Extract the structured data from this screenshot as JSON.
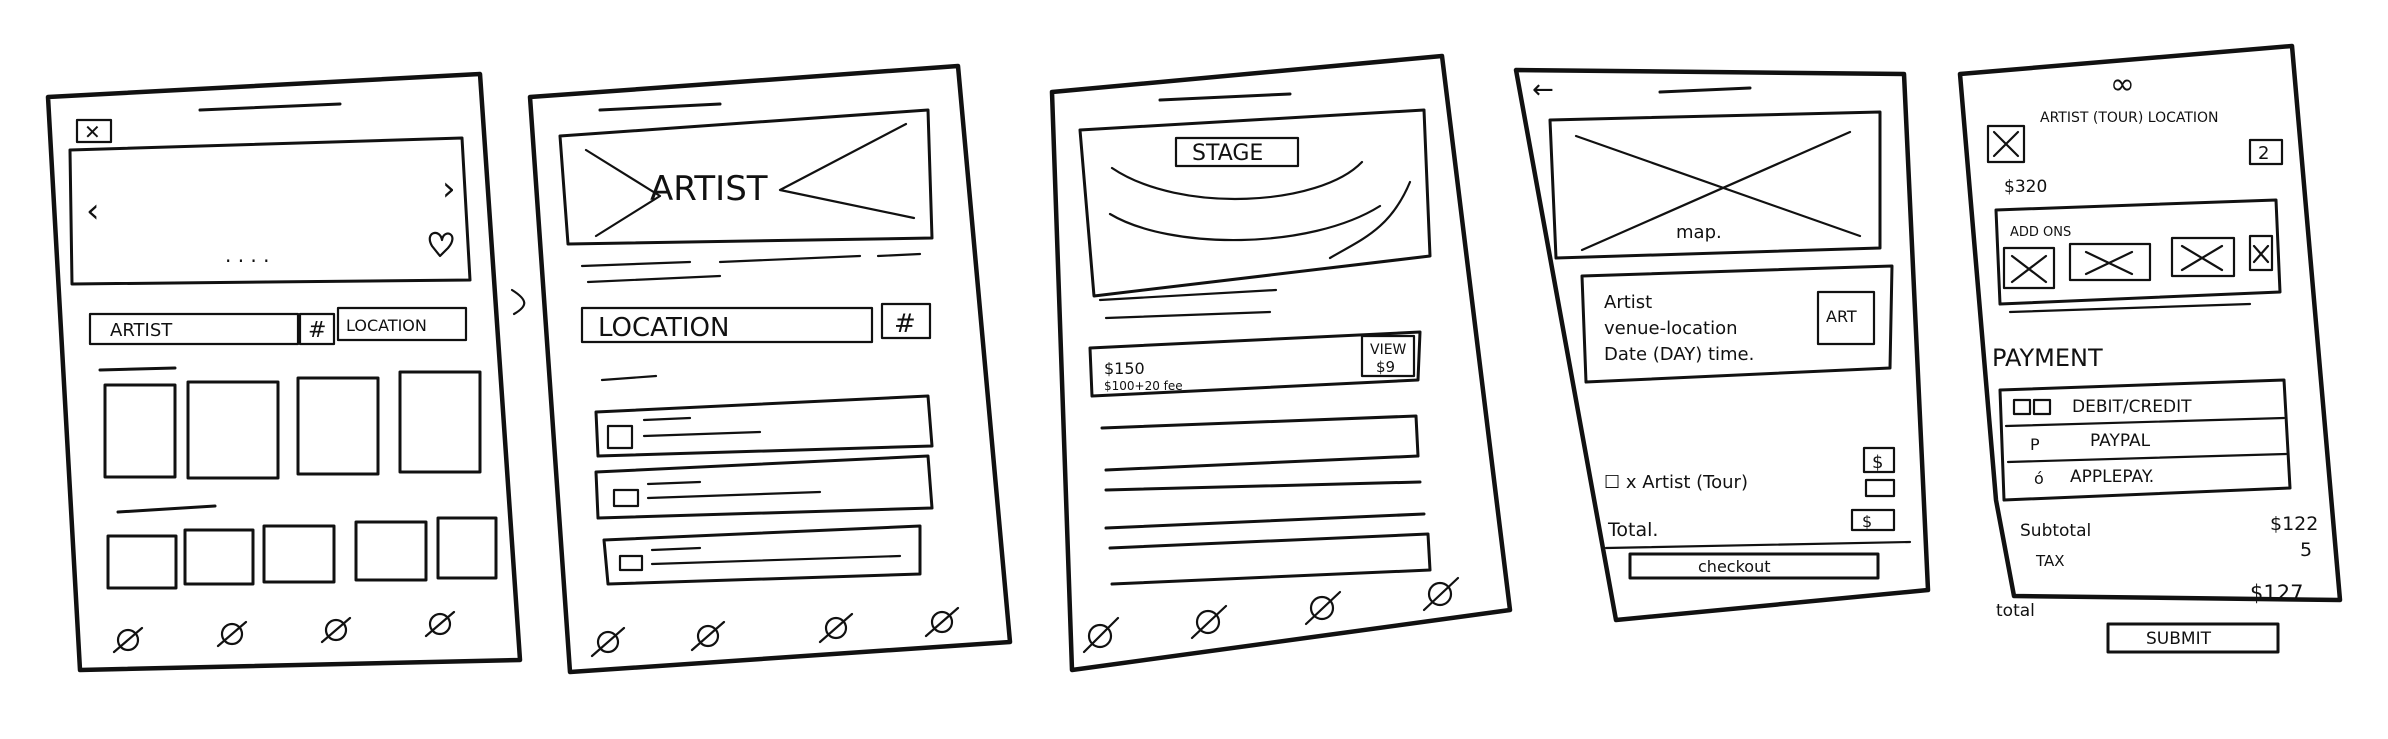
{
  "screen1": {
    "close_glyph": "✕",
    "carousel_prev": "‹",
    "carousel_next": "›",
    "carousel_dots": ". . . .",
    "filter_artist": "ARTIST",
    "filter_hash": "#",
    "filter_location": "LOCATION"
  },
  "screen2": {
    "hero_label": "ARTIST",
    "filter_location": "LOCATION",
    "filter_hash": "#"
  },
  "screen3": {
    "stage_label": "STAGE",
    "ticket_price": "$150",
    "ticket_fee": "$100+20 fee",
    "view_button": "VIEW",
    "view_price": "$9"
  },
  "screen4": {
    "back_glyph": "←",
    "map_label": "map.",
    "event_artist": "Artist",
    "event_venue": "venue-location",
    "event_date": "Date (DAY) time.",
    "art_thumb": "ART",
    "line_item": "☐ x Artist (Tour)",
    "line_item_price": "$",
    "total_label": "Total.",
    "total_value": "$",
    "checkout_button": "checkout"
  },
  "screen5": {
    "timer": "∞",
    "header_title": "ARTIST (TOUR) LOCATION",
    "quantity": "2",
    "price_line": "$320",
    "addons_label": "ADD ONS",
    "payment_heading": "PAYMENT",
    "payment_debit": "DEBIT/CREDIT",
    "payment_paypal": "PAYPAL",
    "payment_apple": "APPLEPAY.",
    "subtotal_label": "Subtotal",
    "subtotal_value": "$122",
    "tax_label": "TAX",
    "tax_value": "5",
    "total_label": "total",
    "total_value": "$127",
    "submit_button": "SUBMIT"
  }
}
